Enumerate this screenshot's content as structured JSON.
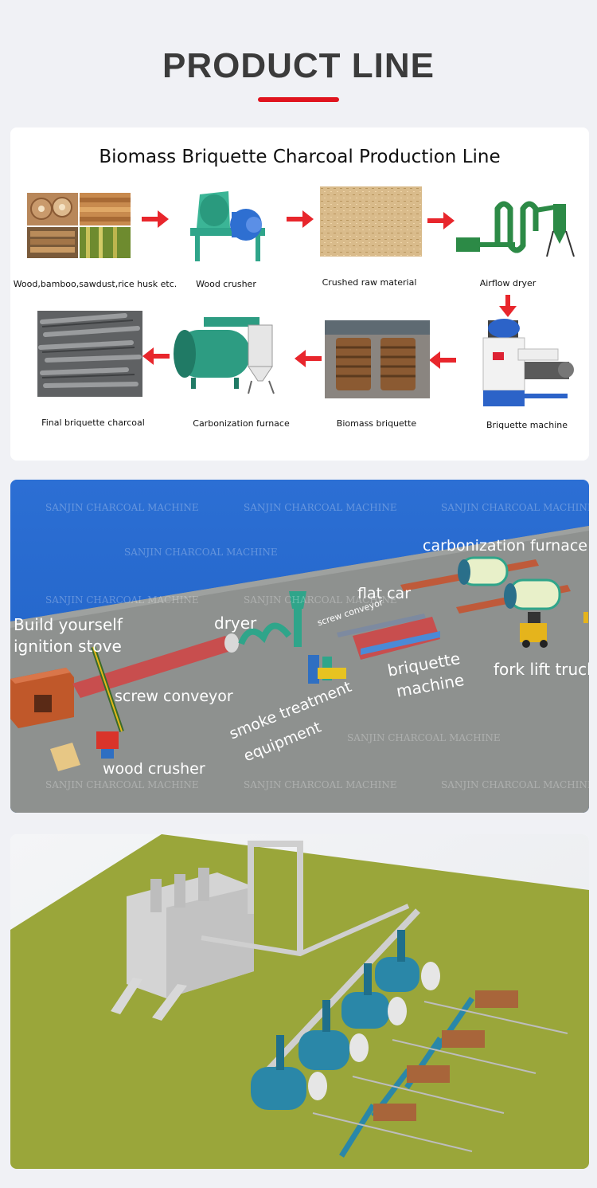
{
  "header": {
    "title": "PRODUCT LINE"
  },
  "flow": {
    "title": "Biomass Briquette Charcoal Production Line",
    "steps": [
      {
        "label": "Wood,bamboo,sawdust,rice husk etc."
      },
      {
        "label": "Wood crusher"
      },
      {
        "label": "Crushed raw material"
      },
      {
        "label": "Airflow dryer"
      },
      {
        "label": "Briquette machine"
      },
      {
        "label": "Biomass briquette"
      },
      {
        "label": "Carbonization furnace"
      },
      {
        "label": "Final briquette charcoal"
      }
    ]
  },
  "layout": {
    "labels": {
      "carbonization_furnace": "carbonization furnace",
      "flat_car": "flat car",
      "build_yourself": "Build yourself",
      "ignition_stove": "ignition stove",
      "dryer": "dryer",
      "screw_conveyor_small": "screw conveyor",
      "fork_lift_truck": "fork lift truck",
      "briquette": "briquette",
      "machine": "machine",
      "screw_conveyor": "screw conveyor",
      "smoke_treatment": "smoke treatment",
      "equipment": "equipment",
      "wood_crusher": "wood crusher"
    },
    "watermark": "SANJIN CHARCOAL MACHINE"
  },
  "colors": {
    "accent": "#e0141e",
    "arrow": "#e8262c",
    "title": "#3b3b3b",
    "machine_green": "#2fa58a",
    "sky_blue": "#2c6fd4",
    "floor_gray": "#8e918f",
    "ground_olive": "#9aa63a"
  }
}
